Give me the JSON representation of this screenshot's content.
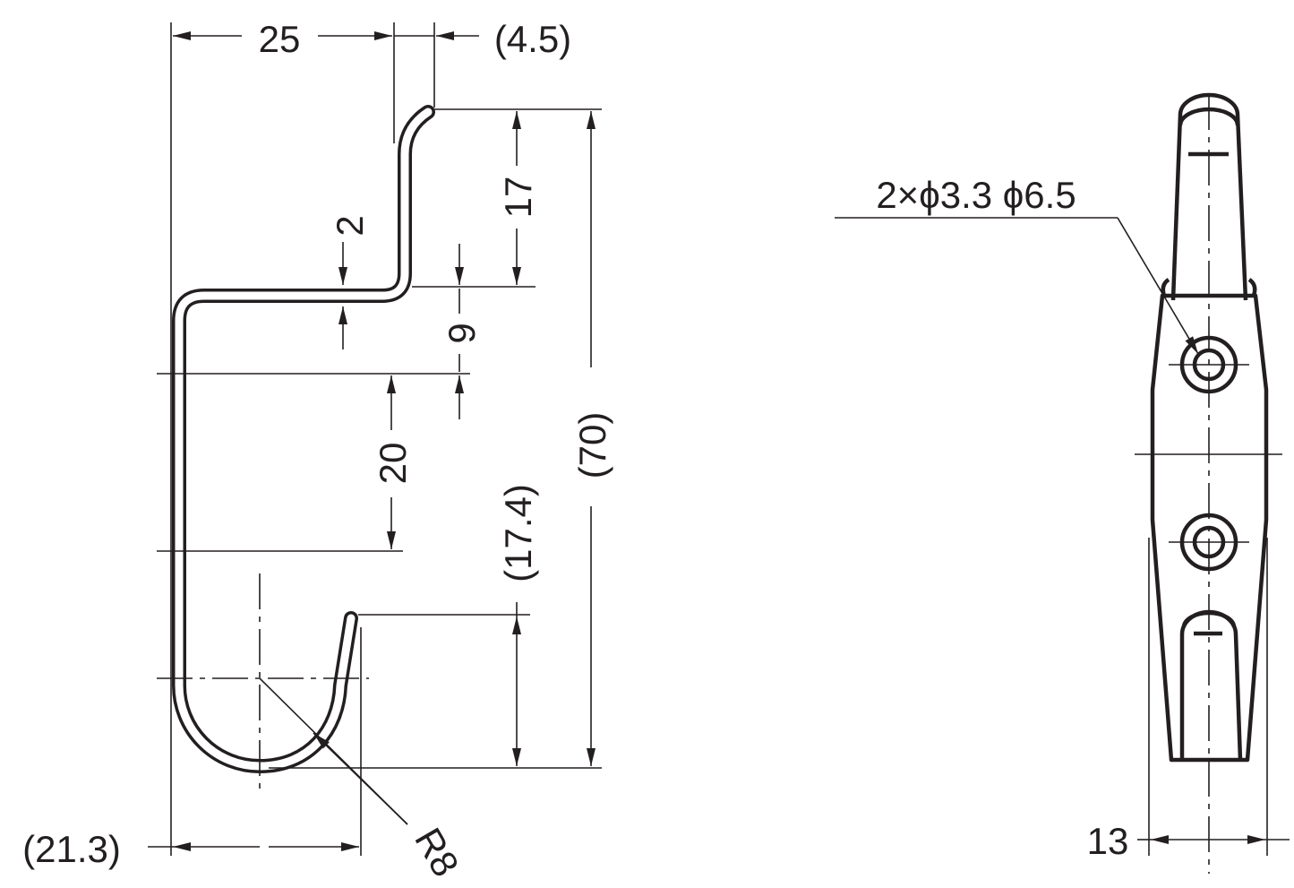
{
  "drawing": {
    "side_view": {
      "dim_width_top": "25",
      "dim_tip_offset": "(4.5)",
      "dim_upper_drop": "17",
      "dim_wire_thickness": "2",
      "dim_step": "9",
      "dim_hole_pitch": "20",
      "dim_hook_depth": "(17.4)",
      "dim_total_height": "(70)",
      "dim_hook_width": "(21.3)",
      "dim_radius": "R8"
    },
    "front_view": {
      "dim_holes": "2×ϕ3.3 ϕ6.5",
      "dim_width": "13"
    }
  }
}
